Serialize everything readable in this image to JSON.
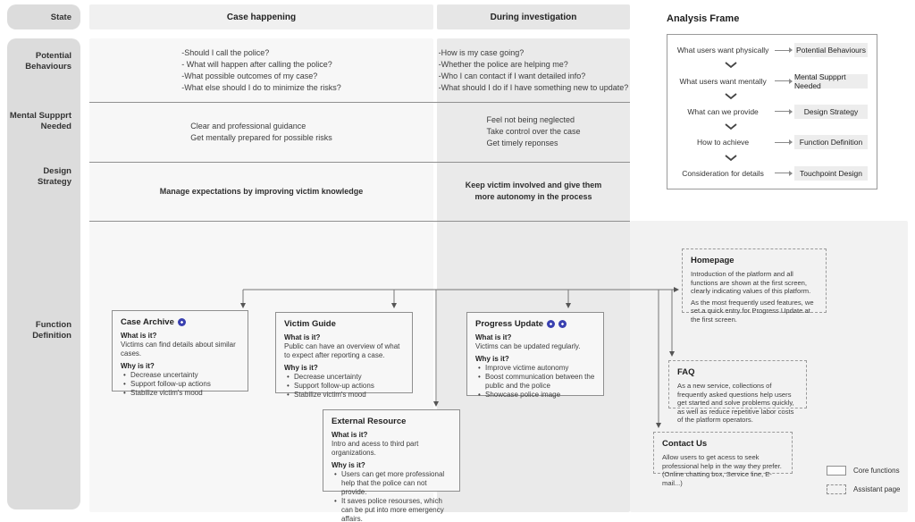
{
  "colors": {
    "accent_blue": "#3a41b0",
    "col1_header_bg": "#f0f0f0",
    "col1_body_bg": "#f7f7f7",
    "col2_header_bg": "#e6e6e6",
    "col2_body_bg": "#eaeaea",
    "right_panel_bg": "#f2f2f2",
    "sidebar_bg": "#dcdcdc",
    "line": "#777777"
  },
  "sidebar": {
    "state": "State",
    "rows": [
      {
        "line1": "Potential",
        "line2": "Behaviours"
      },
      {
        "line1": "Mental Suppprt",
        "line2": "Needed"
      },
      {
        "line1": "Design Strategy",
        "line2": ""
      },
      {
        "line1": "Function",
        "line2": "Definition"
      }
    ]
  },
  "columns": [
    {
      "header": "Case happening",
      "potential_behaviours": [
        "-Should I call the police?",
        "- What will happen after calling the police?",
        "-What possible outcomes of my case?",
        "-What else should I do to minimize the risks?"
      ],
      "mental_support": [
        "Clear and professional guidance",
        "Get mentally prepared for possible risks",
        ""
      ],
      "design_strategy": [
        "Manage expectations by improving victim knowledge",
        ""
      ]
    },
    {
      "header": "During investigation",
      "potential_behaviours": [
        "-How is my case going?",
        "-Whether the police are helping me?",
        "-Who I can contact if I want detailed info?",
        "-What should I do if I have something new to update?"
      ],
      "mental_support": [
        "Feel not being neglected",
        "Take control over the case",
        "Get timely reponses"
      ],
      "design_strategy": [
        "Keep victim involved and give them",
        "more autonomy in the process"
      ]
    }
  ],
  "analysis_frame": {
    "title": "Analysis Frame",
    "rows": [
      {
        "question": "What users want physically",
        "target": "Potential Behaviours"
      },
      {
        "question": "What users want mentally",
        "target": "Mental Suppprt Needed"
      },
      {
        "question": "What can we provide",
        "target": "Design Strategy"
      },
      {
        "question": "How to achieve",
        "target": "Function Definition"
      },
      {
        "question": "Consideration for details",
        "target": "Touchpoint Design"
      }
    ]
  },
  "functions": {
    "what_label": "What is it?",
    "why_label": "Why is it?",
    "core": [
      {
        "title": "Case Archive",
        "badge_count": 1,
        "what": "Victims can find details about similar cases.",
        "why": [
          "Decrease uncertainty",
          "Support follow-up actions",
          "Stabilize victim's mood"
        ]
      },
      {
        "title": "Victim Guide",
        "badge_count": 0,
        "what": "Public can have an overview of what to expect after reporting a case.",
        "why": [
          "Decrease uncertainty",
          "Support follow-up actions",
          "Stabilize victim's mood"
        ]
      },
      {
        "title": "Progress Update",
        "badge_count": 2,
        "what": "Victims can be updated regularly.",
        "why": [
          "Improve victime autonomy",
          "Boost communication between the public and the police",
          "Showcase police image"
        ]
      },
      {
        "title": "External Resource",
        "badge_count": 0,
        "what": "Intro and acess to third part organizations.",
        "why": [
          "Users can get more professional help that the police can not provide.",
          "It saves police resourses, which can be put into more emergency affairs."
        ]
      }
    ],
    "assistant": [
      {
        "title": "Homepage",
        "p1": "Introduction of the platform and all functions are shown at the first screen, clearly indicating values of this platform.",
        "p2": "As the most frequently used features, we set a quick entry for Progress Update at the first screen."
      },
      {
        "title": "FAQ",
        "p1": "As a new service, collections of frequently asked questions help users get started and solve problems quickly, as well as reduce repetitive labor costs of the platform operators.",
        "p2": ""
      },
      {
        "title": "Contact Us",
        "p1": "Allow users to get acess to seek professional help in the way they prefer. (Online chatting box, Service line, E-mail...)",
        "p2": ""
      }
    ]
  },
  "legend": {
    "core": "Core functions",
    "assistant": "Assistant page"
  }
}
